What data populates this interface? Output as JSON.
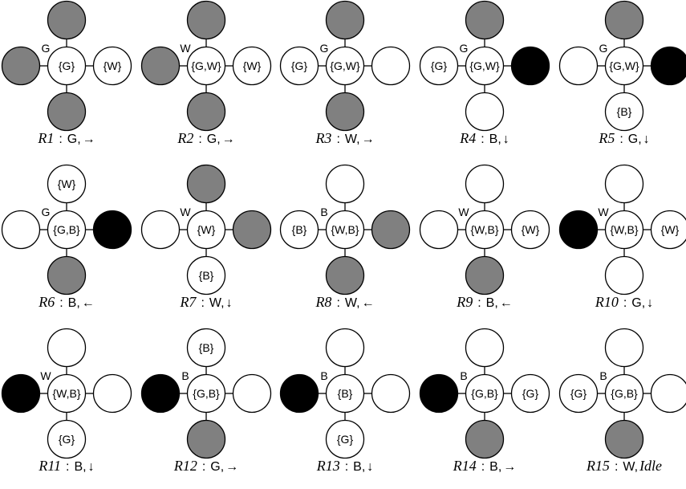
{
  "fills": {
    "W": "#ffffff",
    "G": "#808080",
    "B": "#000000"
  },
  "panels": [
    {
      "id": "R1",
      "action": "G,",
      "dir": "→",
      "center_label": "{G}",
      "robot_color": "G",
      "up": {
        "fill": "G",
        "label": ""
      },
      "left": {
        "fill": "G",
        "label": ""
      },
      "right": {
        "fill": "W",
        "label": "{W}"
      },
      "down": {
        "fill": "G",
        "label": ""
      }
    },
    {
      "id": "R2",
      "action": "G,",
      "dir": "→",
      "center_label": "{G,W}",
      "robot_color": "W",
      "up": {
        "fill": "G",
        "label": ""
      },
      "left": {
        "fill": "G",
        "label": ""
      },
      "right": {
        "fill": "W",
        "label": "{W}"
      },
      "down": {
        "fill": "G",
        "label": ""
      }
    },
    {
      "id": "R3",
      "action": "W,",
      "dir": "→",
      "center_label": "{G,W}",
      "robot_color": "G",
      "up": {
        "fill": "G",
        "label": ""
      },
      "left": {
        "fill": "W",
        "label": "{G}"
      },
      "right": {
        "fill": "W",
        "label": ""
      },
      "down": {
        "fill": "G",
        "label": ""
      }
    },
    {
      "id": "R4",
      "action": "B,",
      "dir": "↓",
      "center_label": "{G,W}",
      "robot_color": "G",
      "up": {
        "fill": "G",
        "label": ""
      },
      "left": {
        "fill": "W",
        "label": "{G}"
      },
      "right": {
        "fill": "B",
        "label": ""
      },
      "down": {
        "fill": "W",
        "label": ""
      }
    },
    {
      "id": "R5",
      "action": "G,",
      "dir": "↓",
      "center_label": "{G,W}",
      "robot_color": "G",
      "up": {
        "fill": "G",
        "label": ""
      },
      "left": {
        "fill": "W",
        "label": ""
      },
      "right": {
        "fill": "B",
        "label": ""
      },
      "down": {
        "fill": "W",
        "label": "{B}"
      }
    },
    {
      "id": "R6",
      "action": "B,",
      "dir": "←",
      "center_label": "{G,B}",
      "robot_color": "G",
      "up": {
        "fill": "W",
        "label": "{W}"
      },
      "left": {
        "fill": "W",
        "label": ""
      },
      "right": {
        "fill": "B",
        "label": ""
      },
      "down": {
        "fill": "G",
        "label": ""
      }
    },
    {
      "id": "R7",
      "action": "W,",
      "dir": "↓",
      "center_label": "{W}",
      "robot_color": "W",
      "up": {
        "fill": "G",
        "label": ""
      },
      "left": {
        "fill": "W",
        "label": ""
      },
      "right": {
        "fill": "G",
        "label": ""
      },
      "down": {
        "fill": "W",
        "label": "{B}"
      }
    },
    {
      "id": "R8",
      "action": "W,",
      "dir": "←",
      "center_label": "{W,B}",
      "robot_color": "B",
      "up": {
        "fill": "W",
        "label": ""
      },
      "left": {
        "fill": "W",
        "label": "{B}"
      },
      "right": {
        "fill": "G",
        "label": ""
      },
      "down": {
        "fill": "G",
        "label": ""
      }
    },
    {
      "id": "R9",
      "action": "B,",
      "dir": "←",
      "center_label": "{W,B}",
      "robot_color": "W",
      "up": {
        "fill": "W",
        "label": ""
      },
      "left": {
        "fill": "W",
        "label": ""
      },
      "right": {
        "fill": "W",
        "label": "{W}"
      },
      "down": {
        "fill": "G",
        "label": ""
      }
    },
    {
      "id": "R10",
      "action": "G,",
      "dir": "↓",
      "center_label": "{W,B}",
      "robot_color": "W",
      "up": {
        "fill": "W",
        "label": ""
      },
      "left": {
        "fill": "B",
        "label": ""
      },
      "right": {
        "fill": "W",
        "label": "{W}"
      },
      "down": {
        "fill": "W",
        "label": ""
      }
    },
    {
      "id": "R11",
      "action": "B,",
      "dir": "↓",
      "center_label": "{W,B}",
      "robot_color": "W",
      "up": {
        "fill": "W",
        "label": ""
      },
      "left": {
        "fill": "B",
        "label": ""
      },
      "right": {
        "fill": "W",
        "label": ""
      },
      "down": {
        "fill": "W",
        "label": "{G}"
      }
    },
    {
      "id": "R12",
      "action": "G,",
      "dir": "→",
      "center_label": "{G,B}",
      "robot_color": "B",
      "up": {
        "fill": "W",
        "label": "{B}"
      },
      "left": {
        "fill": "B",
        "label": ""
      },
      "right": {
        "fill": "W",
        "label": ""
      },
      "down": {
        "fill": "G",
        "label": ""
      }
    },
    {
      "id": "R13",
      "action": "B,",
      "dir": "↓",
      "center_label": "{B}",
      "robot_color": "B",
      "up": {
        "fill": "W",
        "label": ""
      },
      "left": {
        "fill": "B",
        "label": ""
      },
      "right": {
        "fill": "W",
        "label": ""
      },
      "down": {
        "fill": "W",
        "label": "{G}"
      }
    },
    {
      "id": "R14",
      "action": "B,",
      "dir": "→",
      "center_label": "{G,B}",
      "robot_color": "B",
      "up": {
        "fill": "W",
        "label": ""
      },
      "left": {
        "fill": "B",
        "label": ""
      },
      "right": {
        "fill": "W",
        "label": "{G}"
      },
      "down": {
        "fill": "G",
        "label": ""
      }
    },
    {
      "id": "R15",
      "action": "W,",
      "dir": "Idle",
      "center_label": "{G,B}",
      "robot_color": "B",
      "up": {
        "fill": "W",
        "label": ""
      },
      "left": {
        "fill": "W",
        "label": "{G}"
      },
      "right": {
        "fill": "W",
        "label": ""
      },
      "down": {
        "fill": "G",
        "label": ""
      }
    }
  ]
}
